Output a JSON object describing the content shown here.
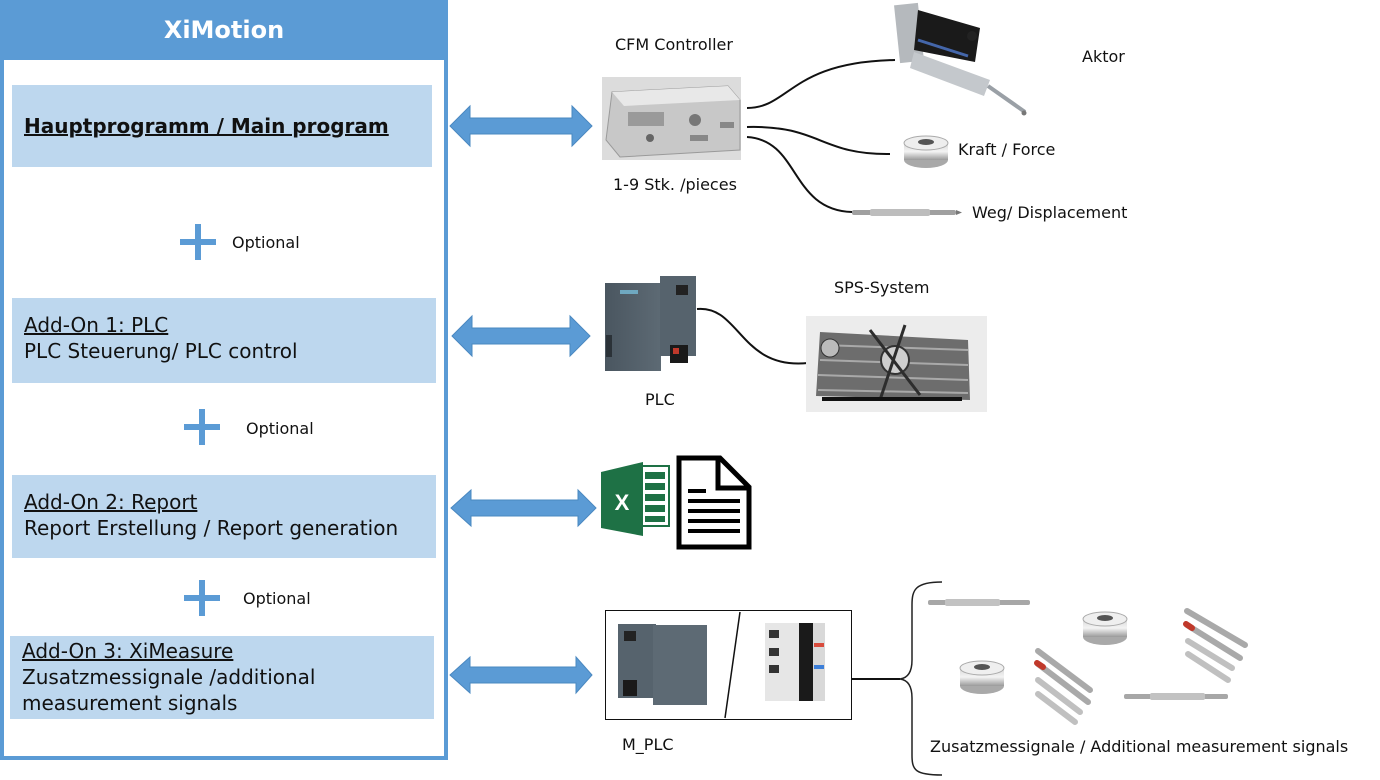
{
  "panel": {
    "title": "XiMotion",
    "main_program": "Hauptprogramm / Main program",
    "optional_label": "Optional",
    "addons": [
      {
        "title": "Add-On 1: PLC",
        "description": "PLC Steuerung/ PLC control"
      },
      {
        "title": "Add-On 2: Report",
        "description": "Report Erstellung / Report generation"
      },
      {
        "title": "Add-On 3: XiMeasure",
        "description_line1": "Zusatzmessignale /additional",
        "description_line2": "measurement signals"
      }
    ]
  },
  "devices": {
    "cfm_controller": {
      "title": "CFM Controller",
      "quantity": "1-9 Stk. /pieces"
    },
    "actuator": {
      "label": "Aktor"
    },
    "force_sensor": {
      "label": "Kraft / Force"
    },
    "displacement_sensor": {
      "label": "Weg/ Displacement"
    },
    "plc": {
      "label": "PLC"
    },
    "sps_system": {
      "label": "SPS-System"
    },
    "report_icons": {
      "excel_letter": "X"
    },
    "m_plc": {
      "label": "M_PLC"
    },
    "additional_signals": {
      "label": "Zusatzmessignale / Additional measurement signals"
    }
  },
  "colors": {
    "accent": "#5b9bd5",
    "module_fill": "#bdd7ee",
    "excel_green": "#1e7145"
  }
}
